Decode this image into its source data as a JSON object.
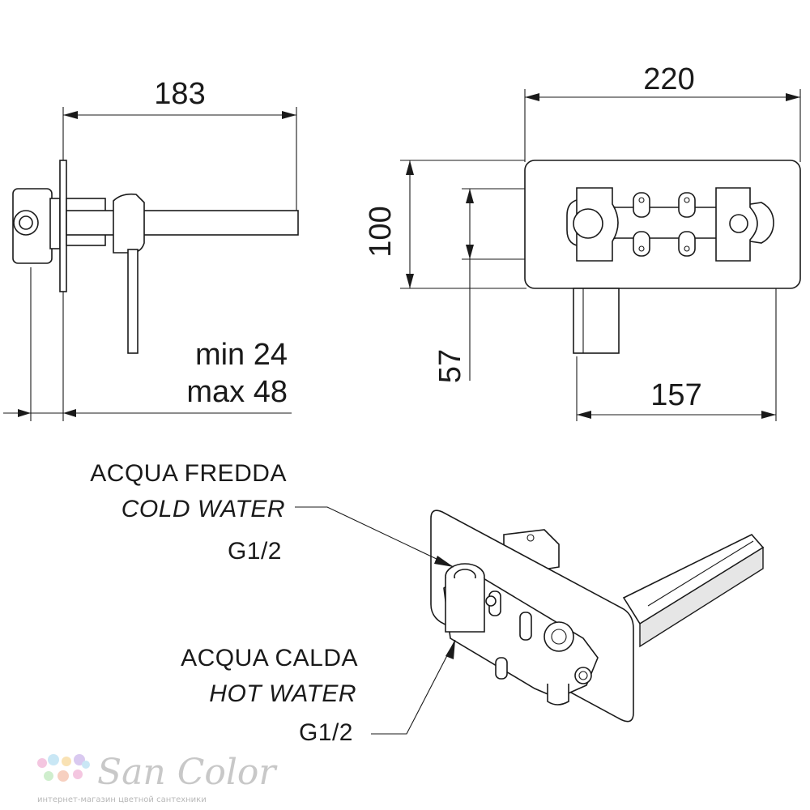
{
  "dimensions": {
    "side_width": "183",
    "wall_min": "min 24",
    "wall_max": "max 48",
    "front_width": "220",
    "front_height": "100",
    "spout_drop": "57",
    "spout_reach": "157"
  },
  "labels": {
    "cold": {
      "it": "ACQUA FREDDA",
      "en": "COLD WATER",
      "thread": "G1/2"
    },
    "hot": {
      "it": "ACQUA CALDA",
      "en": "HOT WATER",
      "thread": "G1/2"
    }
  },
  "watermark": {
    "brand": "San Color",
    "tagline": "интернет-магазин цветной сантехники",
    "dot_colors": [
      "#f4c6e0",
      "#c9e7f5",
      "#f9e2b4",
      "#d9c9f0",
      "#cfeecd",
      "#f7d0c0"
    ]
  }
}
